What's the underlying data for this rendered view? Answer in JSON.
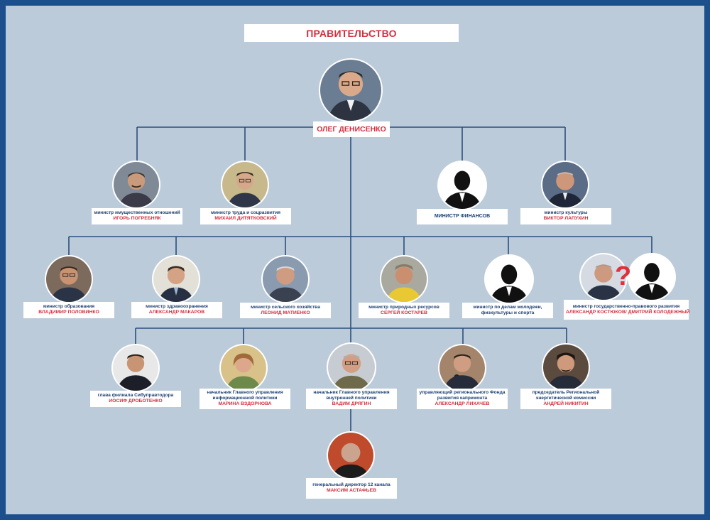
{
  "title": "ПРАВИТЕЛЬСТВО",
  "head": {
    "name": "ОЛЕГ ДЕНИСЕНКО"
  },
  "row1": [
    {
      "role": "министр имущественных отношений",
      "name": "ИГОРЬ ПОГРЕБНЯК",
      "photo": "person"
    },
    {
      "role": "министр труда и соцразвития",
      "name": "МИХАИЛ ДИТЯТКОВСКИЙ",
      "photo": "person"
    },
    {
      "role": "МИНИСТР ФИНАНСОВ",
      "name": "",
      "photo": "silhouette"
    },
    {
      "role": "министр культуры",
      "name": "ВИКТОР ЛАПУХИН",
      "photo": "person"
    }
  ],
  "row2": [
    {
      "role": "министр образования",
      "name": "ВЛАДИМИР ПОЛОВИНКО",
      "photo": "person"
    },
    {
      "role": "министр здравоохранения",
      "name": "АЛЕКСАНДР МАКАРОВ",
      "photo": "person"
    },
    {
      "role": "министр сельского хозяйства",
      "name": "ЛЕОНИД МАТИЕНКО",
      "photo": "person"
    },
    {
      "role": "министр природных ресурсов",
      "name": "СЕРГЕЙ КОСТАРЕВ",
      "photo": "person"
    },
    {
      "role": "министр по делам молодежи, физкультуры и спорта",
      "name": "",
      "photo": "silhouette"
    },
    {
      "role": "министр государственно-правового развития",
      "name": "АЛЕКСАНДР КОСТЮКОВ/ ДМИТРИЙ КОЛОДЕЖНЫЙ",
      "photo": "double"
    }
  ],
  "row3": [
    {
      "role": "глава филиала Сибуправтодора",
      "name": "ИОСИФ ДРОБОТЕНКО",
      "photo": "person"
    },
    {
      "role": "начальник Главного управления информационной политики",
      "name": "МАРИНА ВЗДОРНОВА",
      "photo": "person"
    },
    {
      "role": "начальник Главного управления внутренней политики",
      "name": "ВАДИМ ДРЯГИН",
      "photo": "person"
    },
    {
      "role": "управляющий регионального Фонда развития капремонта",
      "name": "АЛЕКСАНДР ЛИХАЧЕВ",
      "photo": "person"
    },
    {
      "role": "председатель Региональной энергетической комиссии",
      "name": "АНДРЕЙ НИКИТИН",
      "photo": "person"
    }
  ],
  "row4": [
    {
      "role": "генеральный директор 12 канала",
      "name": "МАКСИМ АСТАФЬЕВ",
      "photo": "person"
    }
  ],
  "question_mark": "?"
}
